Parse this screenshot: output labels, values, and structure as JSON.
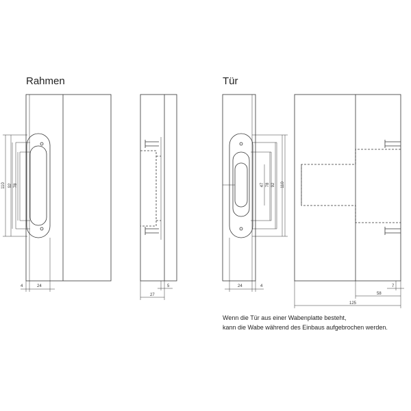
{
  "titles": {
    "frame": "Rahmen",
    "door": "Tür"
  },
  "dimensions": {
    "frame_overall_height": "110",
    "frame_outer_height": "92",
    "frame_inner_height": "78",
    "frame_offset": "4",
    "frame_width": "24",
    "side_depth": "27",
    "side_edge": "5",
    "door_inner_height": "47",
    "door_mid_height": "78",
    "door_outer_height": "92",
    "door_overall_height": "110",
    "door_width": "24",
    "door_offset": "4",
    "top_small": "7",
    "top_mid": "58",
    "top_overall": "125"
  },
  "note": {
    "line1": "Wenn die Tür aus einer Wabenplatte besteht,",
    "line2": "kann die Wabe während des Einbaus aufgebrochen werden."
  },
  "colors": {
    "line": "#333333",
    "text": "#222222",
    "background": "#ffffff"
  }
}
